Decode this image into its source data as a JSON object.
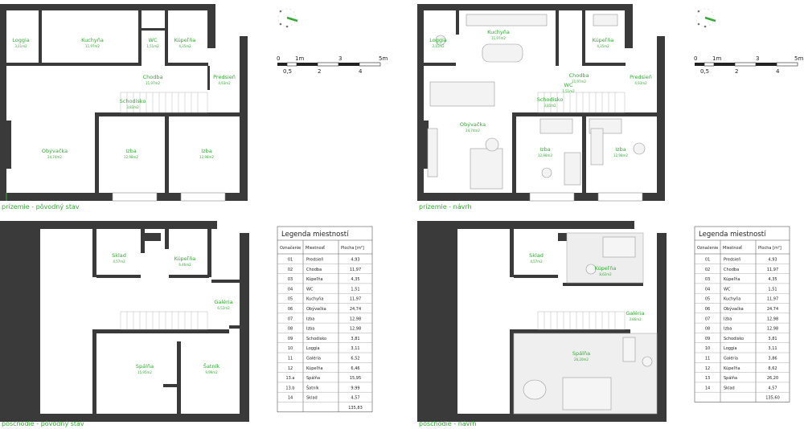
{
  "captions": {
    "ground_original": "prízemie - pôvodný stav",
    "ground_design": "prízemie - návrh",
    "upper_original": "poschodie - pôvodný stav",
    "upper_design": "poschodie - návrh"
  },
  "scale": {
    "labels_top": [
      "0",
      "1m",
      "3",
      "5m"
    ],
    "labels_bottom": [
      "0,5",
      "2",
      "4"
    ]
  },
  "plans": {
    "ground_original": [
      {
        "name": "Loggia",
        "area": "3,11m2"
      },
      {
        "name": "Kuchyňa",
        "area": "11,97m2"
      },
      {
        "name": "WC",
        "area": "1,51m2"
      },
      {
        "name": "Kúpeľňa",
        "area": "4,35m2"
      },
      {
        "name": "Chodba",
        "area": "11,97m2"
      },
      {
        "name": "Predsieň",
        "area": "4,93m2"
      },
      {
        "name": "Schodisko",
        "area": "3,81m2"
      },
      {
        "name": "Obývačka",
        "area": "24,74m2"
      },
      {
        "name": "Izba",
        "area": "12,98m2"
      },
      {
        "name": "Izba",
        "area": "12,98m2"
      }
    ],
    "ground_design": [
      {
        "name": "Loggia",
        "area": "3,11m2"
      },
      {
        "name": "Kuchyňa",
        "area": "11,97m2"
      },
      {
        "name": "WC",
        "area": "1,51m2"
      },
      {
        "name": "Kúpeľňa",
        "area": "4,35m2"
      },
      {
        "name": "Chodba",
        "area": "11,97m2"
      },
      {
        "name": "Predsieň",
        "area": "4,93m2"
      },
      {
        "name": "Schodisko",
        "area": "3,81m2"
      },
      {
        "name": "Obývačka",
        "area": "24,74m2"
      },
      {
        "name": "Izba",
        "area": "12,98m2"
      },
      {
        "name": "Izba",
        "area": "12,98m2"
      }
    ],
    "upper_original": [
      {
        "name": "Sklad",
        "area": "4,57m2"
      },
      {
        "name": "Kúpeľňa",
        "area": "6,46m2"
      },
      {
        "name": "Galéria",
        "area": "6,52m2"
      },
      {
        "name": "Spálňa",
        "area": "15,95m2"
      },
      {
        "name": "Šatník",
        "area": "9,99m2"
      }
    ],
    "upper_design": [
      {
        "name": "Sklad",
        "area": "4,57m2"
      },
      {
        "name": "Kúpeľňa",
        "area": "8,62m2"
      },
      {
        "name": "Galéria",
        "area": "3,86m2"
      },
      {
        "name": "Spálňa",
        "area": "26,20m2"
      }
    ]
  },
  "legends": [
    {
      "title": "Legenda miestností",
      "headers": [
        "Označenie",
        "Miestnosť",
        "Plocha [m²]"
      ],
      "rows": [
        [
          "01",
          "Predsieň",
          "4,93"
        ],
        [
          "02",
          "Chodba",
          "11,97"
        ],
        [
          "03",
          "Kúpeľňa",
          "4,35"
        ],
        [
          "04",
          "WC",
          "1,51"
        ],
        [
          "05",
          "Kuchyňa",
          "11,97"
        ],
        [
          "06",
          "Obývačka",
          "24,74"
        ],
        [
          "07",
          "Izba",
          "12,98"
        ],
        [
          "08",
          "Izba",
          "12,98"
        ],
        [
          "09",
          "Schodisko",
          "3,81"
        ],
        [
          "10",
          "Loggia",
          "3,11"
        ],
        [
          "11",
          "Galéria",
          "6,52"
        ],
        [
          "12",
          "Kúpeľňa",
          "6,46"
        ],
        [
          "13.a",
          "Spálňa",
          "15,95"
        ],
        [
          "13.b",
          "Šatník",
          "9,99"
        ],
        [
          "14",
          "Sklad",
          "4,57"
        ]
      ],
      "total": "135,83"
    },
    {
      "title": "Legenda miestností",
      "headers": [
        "Označenie",
        "Miestnosť",
        "Plocha [m²]"
      ],
      "rows": [
        [
          "01",
          "Predsieň",
          "4,93"
        ],
        [
          "02",
          "Chodba",
          "11,97"
        ],
        [
          "03",
          "Kúpeľňa",
          "4,35"
        ],
        [
          "04",
          "WC",
          "1,51"
        ],
        [
          "05",
          "Kuchyňa",
          "11,97"
        ],
        [
          "06",
          "Obývačka",
          "24,74"
        ],
        [
          "07",
          "Izba",
          "12,98"
        ],
        [
          "08",
          "Izba",
          "12,98"
        ],
        [
          "09",
          "Schodisko",
          "3,81"
        ],
        [
          "10",
          "Loggia",
          "3,11"
        ],
        [
          "11",
          "Galéria",
          "3,86"
        ],
        [
          "12",
          "Kúpeľňa",
          "8,62"
        ],
        [
          "13",
          "Spálňa",
          "26,20"
        ],
        [
          "14",
          "Sklad",
          "4,57"
        ]
      ],
      "total": "135,60"
    }
  ]
}
